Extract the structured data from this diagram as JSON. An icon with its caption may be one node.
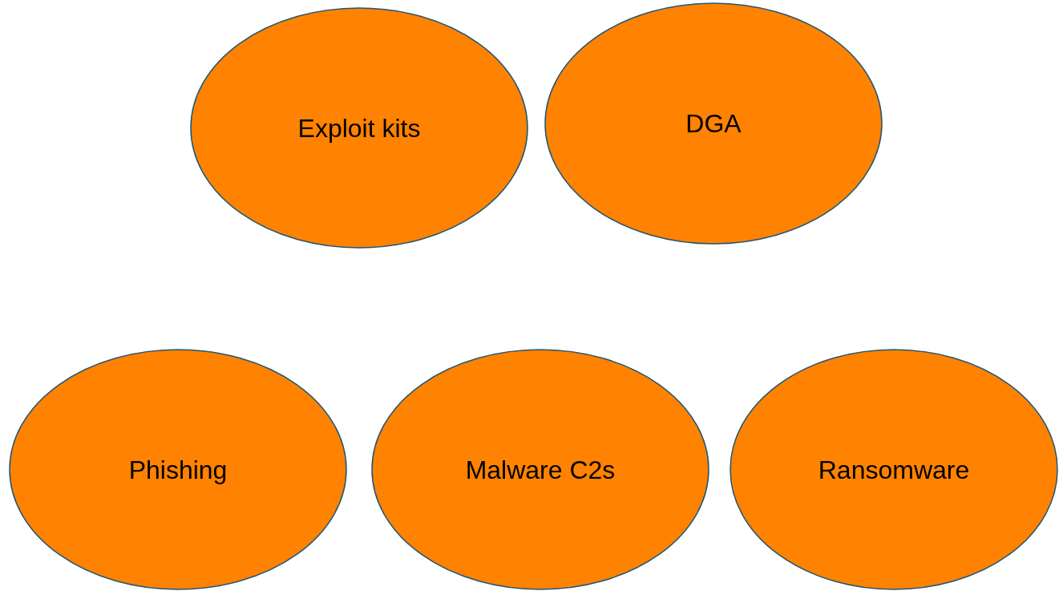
{
  "diagram": {
    "nodes": [
      {
        "text": [
          "Exploit kits"
        ]
      },
      {
        "text": [
          "DGA"
        ]
      },
      {
        "text": [
          "Phishing"
        ]
      },
      {
        "text": [
          "Malware C2s"
        ]
      },
      {
        "text": [
          "Ransomware"
        ]
      }
    ]
  }
}
